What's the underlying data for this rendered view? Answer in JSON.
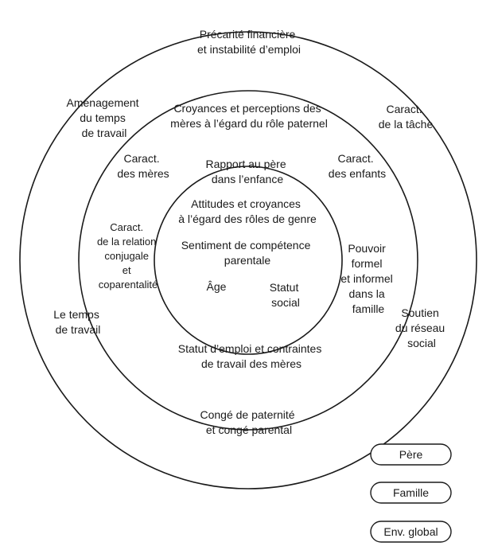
{
  "outer": {
    "top": [
      "Précarité financière",
      "et instabilité d’emploi"
    ],
    "top_left": [
      "Aménagement",
      "du temps",
      "de travail"
    ],
    "top_right": [
      "Caract.",
      "de la tâche"
    ],
    "left": [
      "Le temps",
      "de travail"
    ],
    "right": [
      "Soutien",
      "du réseau",
      "social"
    ],
    "bottom": [
      "Congé de paternité",
      "et congé parental"
    ]
  },
  "middle": {
    "top": [
      "Croyances et perceptions des",
      "mères à l’égard du rôle paternel"
    ],
    "top_left": [
      "Caract.",
      "des mères"
    ],
    "top_right": [
      "Caract.",
      "des enfants"
    ],
    "left": [
      "Caract.",
      "de la relation",
      "conjugale",
      "et",
      "coparentalité"
    ],
    "right": [
      "Pouvoir",
      "formel",
      "et informel",
      "dans la",
      "famille"
    ],
    "bottom": [
      "Statut d’emploi et contraintes",
      "de travail des mères"
    ]
  },
  "inner": {
    "line1": [
      "Rapport au père",
      "dans l’enfance"
    ],
    "line2": [
      "Attitudes et croyances",
      "à l’égard des rôles de genre"
    ],
    "line3": [
      "Sentiment de compétence",
      "parentale"
    ],
    "age": [
      "Âge"
    ],
    "statut": [
      "Statut",
      "social"
    ]
  },
  "legend": {
    "pere": "Père",
    "famille": "Famille",
    "env": "Env. global"
  }
}
